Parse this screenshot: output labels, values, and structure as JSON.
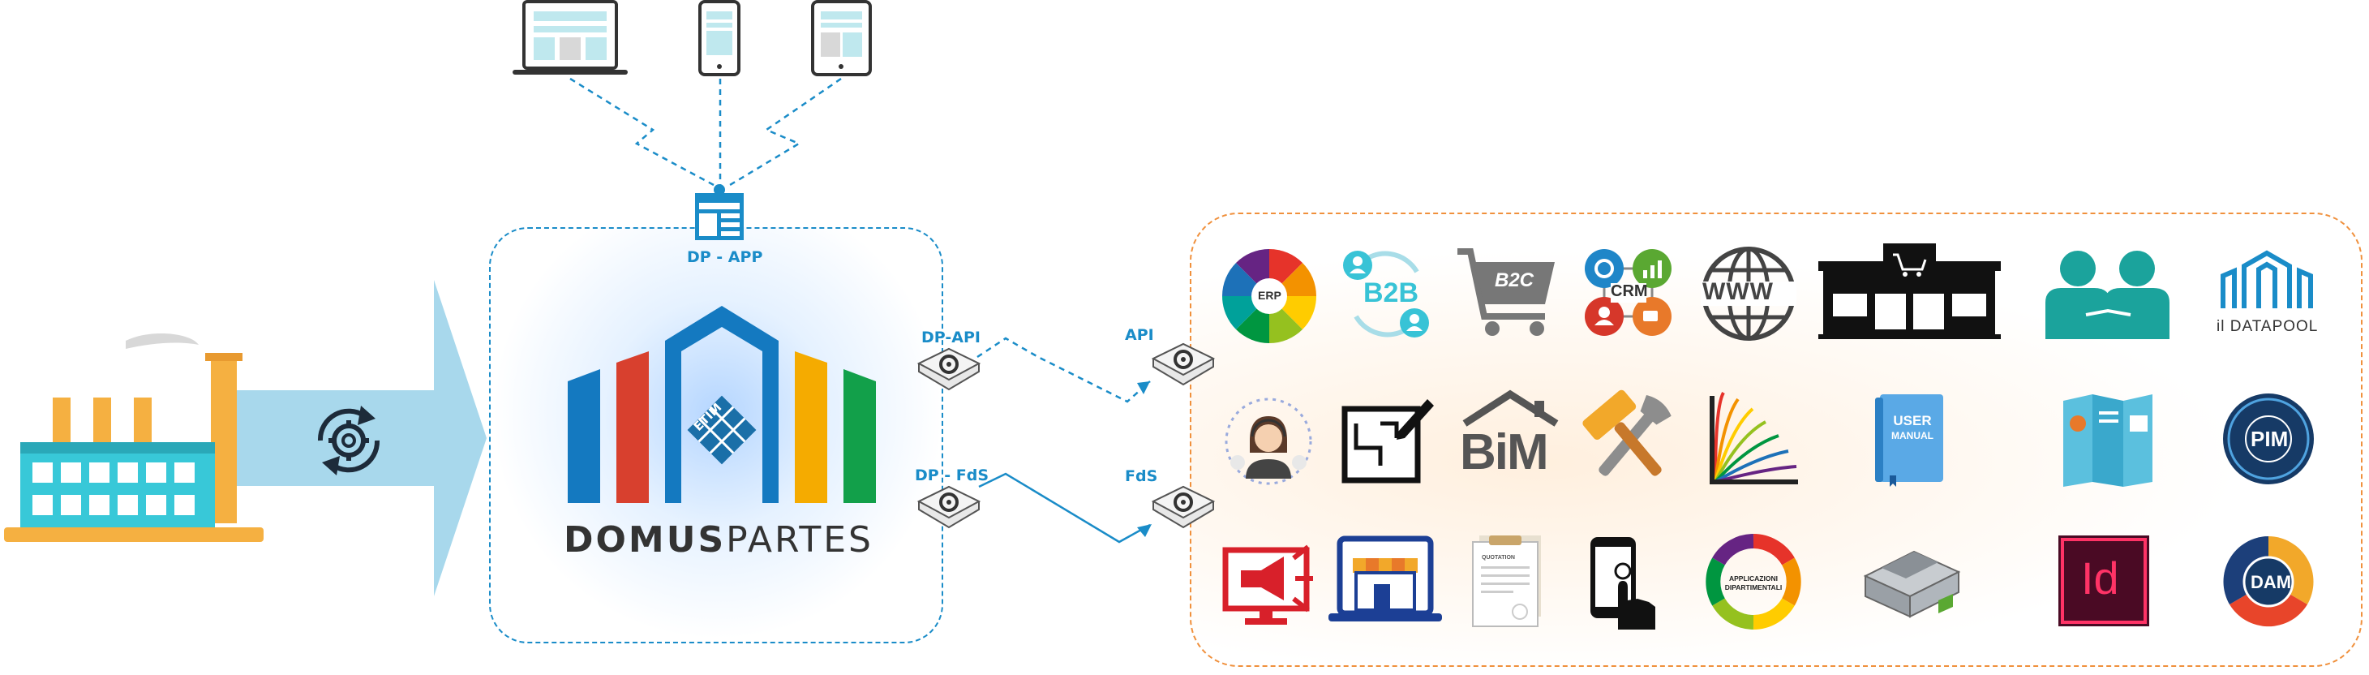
{
  "center": {
    "brand_part1": "DOMUS",
    "brand_part2": "PARTES",
    "etim": "ETIM",
    "app_label": "DP - APP",
    "api_label": "DP-API",
    "fds_label": "DP - FdS"
  },
  "targets": {
    "api_label": "API",
    "fds_label": "FdS"
  },
  "clients": {
    "items": [
      "laptop-icon",
      "smartphone-icon",
      "tablet-icon"
    ]
  },
  "source": {
    "factory": "factory-icon",
    "process": "gear-sync-icon"
  },
  "destinations": {
    "row1": {
      "b2b": "B2B",
      "b2c": "B2C",
      "crm": "CRM",
      "erp": "ERP",
      "www": "WWW",
      "datapool": "il DATAPOOL"
    },
    "row2": {
      "bim": "BiM",
      "manual_line1": "USER",
      "manual_line2": "MANUAL",
      "pim": "PIM"
    },
    "row3": {
      "indesign": "Id",
      "quotation": "QUOTATION",
      "apps_line1": "APPLICAZIONI",
      "apps_line2": "DIPARTIMENTALI",
      "dam": "DAM"
    }
  },
  "colors": {
    "blue": "#1a8cc8",
    "orange": "#f0903c",
    "arrow": "#a8d8ec",
    "brand_blue": "#1479c0",
    "brand_red": "#d8402e",
    "brand_yellow": "#f5ab00",
    "brand_green": "#12a04a"
  }
}
